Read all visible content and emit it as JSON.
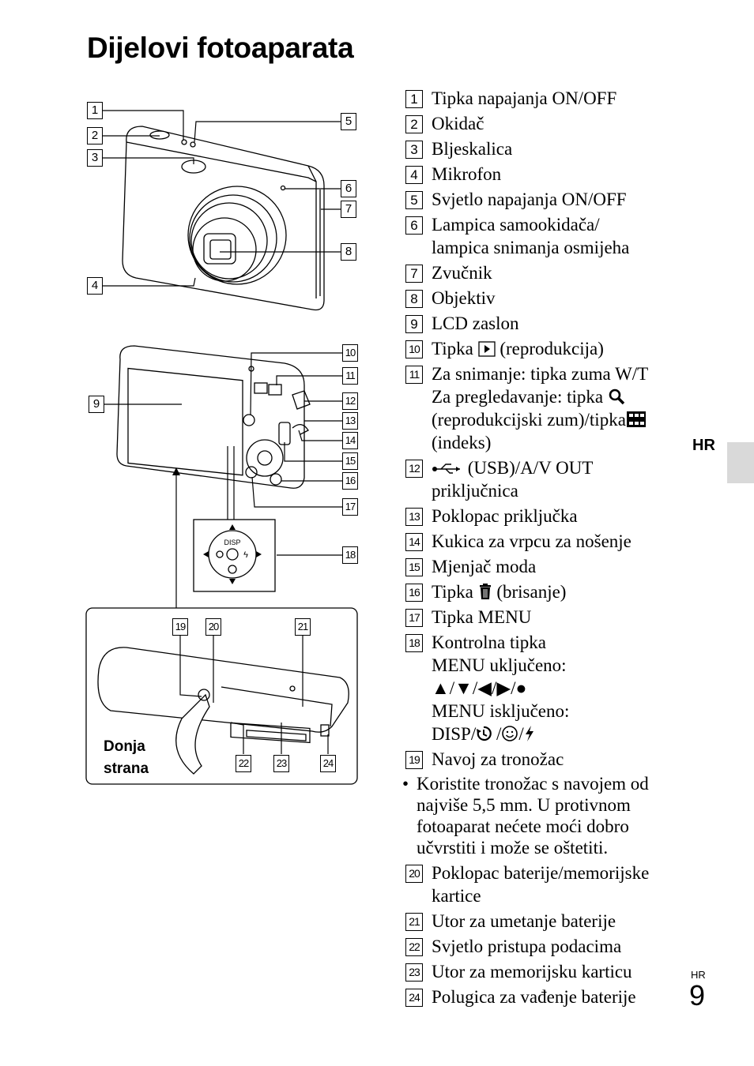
{
  "title": "Dijelovi fotoaparata",
  "figure": {
    "callouts": [
      "1",
      "2",
      "3",
      "4",
      "5",
      "6",
      "7",
      "8",
      "9",
      "10",
      "11",
      "12",
      "13",
      "14",
      "15",
      "16",
      "17",
      "18",
      "19",
      "20",
      "21",
      "22",
      "23",
      "24"
    ],
    "dpad_label": "DISP",
    "bottom_label_line1": "Donja",
    "bottom_label_line2": "strana"
  },
  "parts": [
    {
      "num": "1",
      "lines": [
        "Tipka napajanja ON/OFF"
      ]
    },
    {
      "num": "2",
      "lines": [
        "Okidač"
      ]
    },
    {
      "num": "3",
      "lines": [
        "Bljeskalica"
      ]
    },
    {
      "num": "4",
      "lines": [
        "Mikrofon"
      ]
    },
    {
      "num": "5",
      "lines": [
        "Svjetlo napajanja ON/OFF"
      ]
    },
    {
      "num": "6",
      "lines": [
        "Lampica samookidača/",
        "lampica snimanja osmijeha"
      ]
    },
    {
      "num": "7",
      "lines": [
        "Zvučnik"
      ]
    },
    {
      "num": "8",
      "lines": [
        "Objektiv"
      ]
    },
    {
      "num": "9",
      "lines": [
        "LCD zaslon"
      ]
    },
    {
      "num": "10",
      "pre": "Tipka",
      "post": "(reprodukcija)"
    },
    {
      "num": "11",
      "l1": "Za snimanje: tipka zuma W/T",
      "l2": "Za pregledavanje: tipka",
      "l3": "(reprodukcijski zum)/tipka",
      "l4": "(indeks)"
    },
    {
      "num": "12",
      "l1": "(USB)/A/V OUT",
      "l2": "priključnica"
    },
    {
      "num": "13",
      "lines": [
        "Poklopac priključka"
      ]
    },
    {
      "num": "14",
      "lines": [
        "Kukica za vrpcu za nošenje"
      ]
    },
    {
      "num": "15",
      "lines": [
        "Mjenjač moda"
      ]
    },
    {
      "num": "16",
      "pre": "Tipka",
      "post": "(brisanje)"
    },
    {
      "num": "17",
      "lines": [
        "Tipka MENU"
      ]
    },
    {
      "num": "18",
      "l1": "Kontrolna tipka",
      "l2": "MENU uključeno:",
      "l3": "▲/▼/◀/▶/●",
      "l4": "MENU isključeno:",
      "l5a": "DISP/",
      "l5b": "/",
      "l5c": "/"
    },
    {
      "num": "19",
      "lines": [
        "Navoj za tronožac"
      ]
    },
    {
      "num": "20",
      "lines": [
        "Poklopac baterije/memorijske",
        "kartice"
      ]
    },
    {
      "num": "21",
      "lines": [
        "Utor za umetanje baterije"
      ]
    },
    {
      "num": "22",
      "lines": [
        "Svjetlo pristupa podacima"
      ]
    },
    {
      "num": "23",
      "lines": [
        "Utor za memorijsku karticu"
      ]
    },
    {
      "num": "24",
      "lines": [
        "Polugica za vađenje baterije"
      ]
    }
  ],
  "note": {
    "bullet": "•",
    "lines": [
      "Koristite tronožac s navojem od",
      "najviše 5,5 mm. U protivnom",
      "fotoaparat nećete moći dobro",
      "učvrstiti i može se oštetiti."
    ]
  },
  "language_tab": "HR",
  "footer": {
    "lang": "HR",
    "page": "9"
  },
  "icons": [
    "play-icon",
    "zoom-magnifier-icon",
    "index-grid-icon",
    "usb-icon",
    "trash-icon",
    "self-timer-icon",
    "smile-icon",
    "flash-icon"
  ]
}
